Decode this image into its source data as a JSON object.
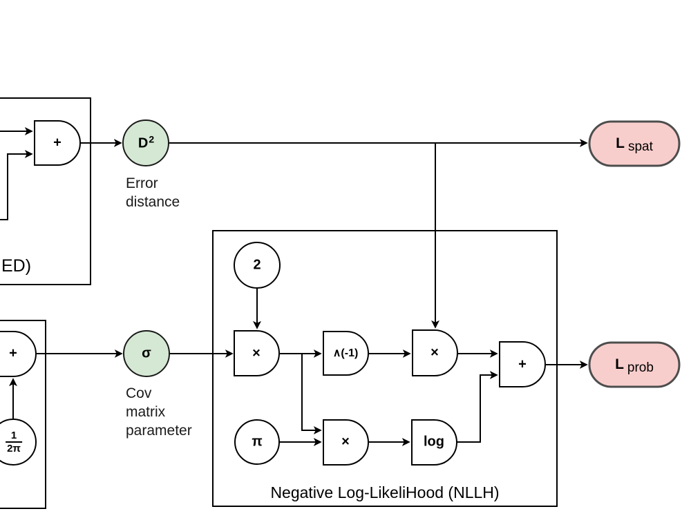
{
  "colors": {
    "background": "#ffffff",
    "line": "#000000",
    "green_fill": "#d5e8d4",
    "green_stroke": "#1a1a1a",
    "pink_fill": "#f8cecc",
    "pink_stroke": "#4d4d4d"
  },
  "containers": {
    "sed_box": {
      "visible_label": "ED)"
    },
    "nllh_box": {
      "title": "Negative Log-LikeliHood (NLLH)"
    }
  },
  "nodes": {
    "sed_sum_gate": {
      "label": "+"
    },
    "error_distance_node": {
      "base": "D",
      "sup": "2",
      "caption_line1": "Error",
      "caption_line2": "distance"
    },
    "loss_spatial": {
      "base": "L",
      "sub": "spat"
    },
    "const_two": {
      "label": "2"
    },
    "mult_gate_top": {
      "label": "×"
    },
    "pow_inverse_gate": {
      "label": "∧(-1)"
    },
    "mult_gate_right": {
      "label": "×"
    },
    "sum_gate_nllh": {
      "label": "+"
    },
    "const_pi": {
      "label": "π"
    },
    "mult_gate_bottom": {
      "label": "×"
    },
    "log_gate": {
      "label": "log"
    },
    "sigma_node": {
      "label": "σ",
      "caption_line1": "Cov",
      "caption_line2": "matrix",
      "caption_line3": "parameter"
    },
    "sum_gate_left": {
      "label": "+"
    },
    "const_half_two_pi": {
      "numerator": "1",
      "denominator": "2π"
    },
    "loss_prob": {
      "base": "L",
      "sub": "prob"
    }
  }
}
